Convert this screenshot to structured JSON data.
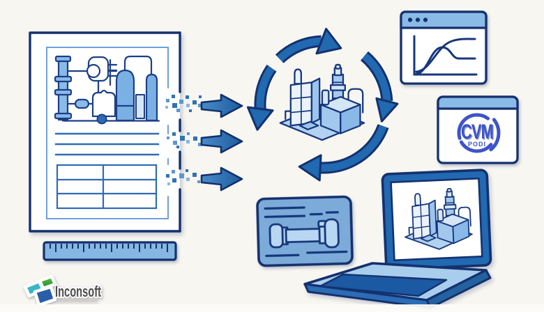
{
  "scene": {
    "background": "#f8f6f1",
    "description": "Industrial engineering document digitization illustration"
  },
  "palette": {
    "bg": "#f8f6f1",
    "navy": "#14316e",
    "blue": "#2169b1",
    "light_blue": "#a9cdec",
    "pale_blue": "#d5e6f7",
    "titlebar": "#8abbe7",
    "card": "#7cabd9",
    "cvm": "#3d53c8",
    "pid": "#2f6bb5"
  },
  "document": {
    "type": "engineering-drawing-document",
    "text_lines": 3,
    "table_rows": 3,
    "table_cols": 2
  },
  "flow_arrows": {
    "count": 3,
    "direction": "right"
  },
  "cycle": {
    "arrows": 4,
    "center": "industrial-plant"
  },
  "chart_window": {
    "titlebar_dots": 3,
    "curves": 2
  },
  "cvm_badge": {
    "title": "CVM",
    "subtitle": "PODI"
  },
  "pipe_card": {
    "content": "pipe-spool"
  },
  "laptop": {
    "screen_content": "industrial-plant"
  },
  "ruler": {
    "tall_tick_spacing": 40
  },
  "brand": {
    "name": "Inconsoft"
  }
}
